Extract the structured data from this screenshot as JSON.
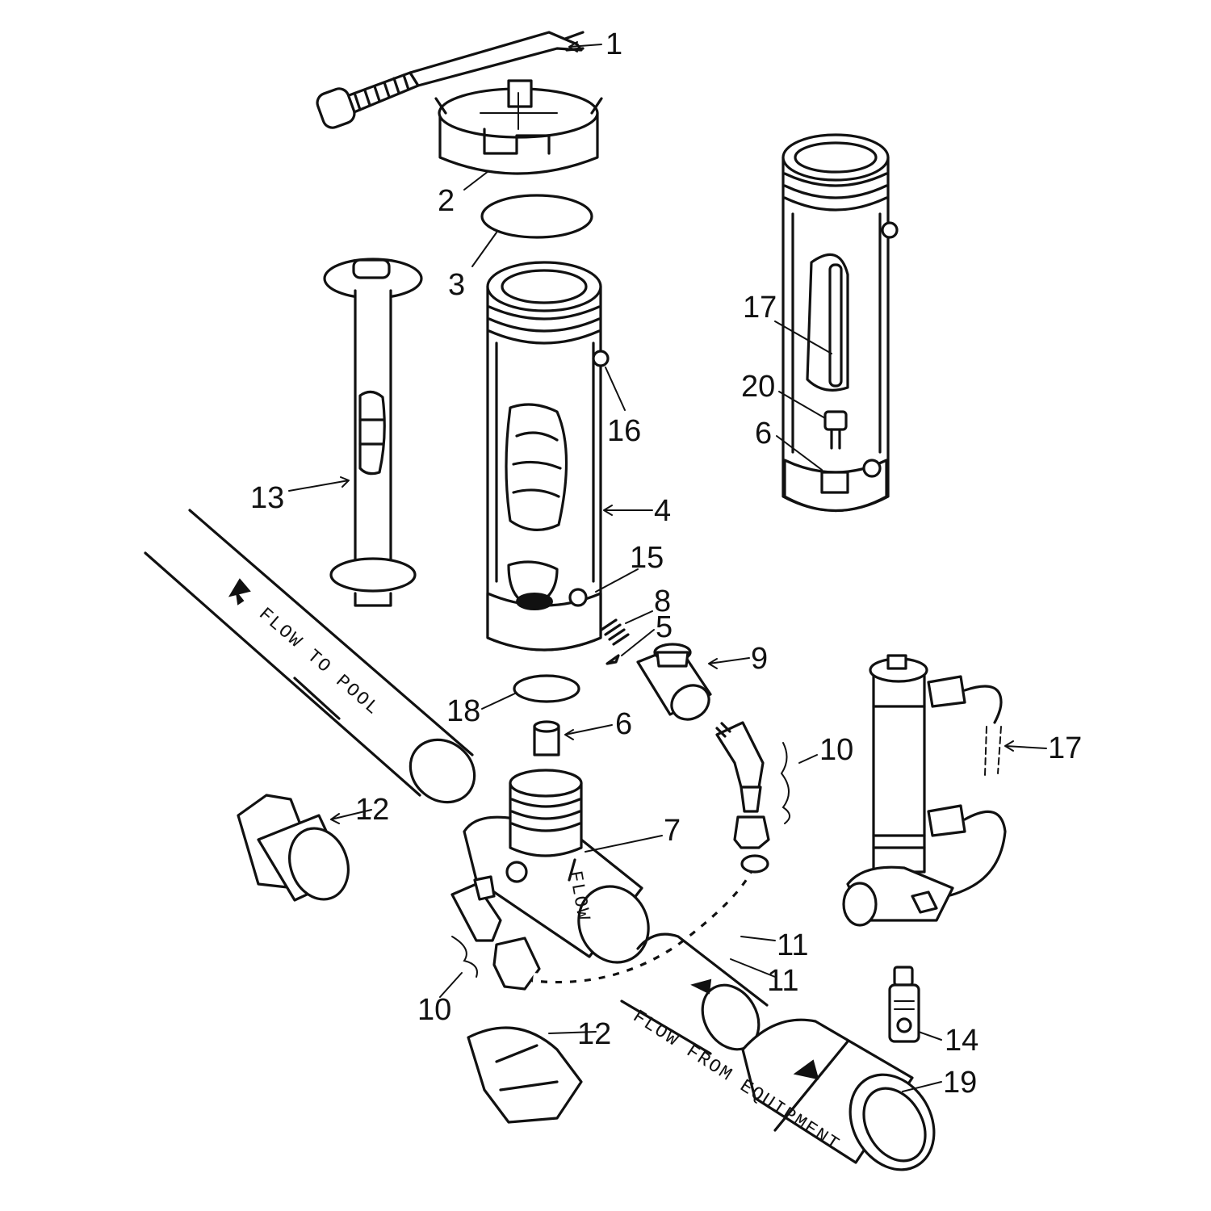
{
  "callouts": {
    "c1": "1",
    "c2": "2",
    "c3": "3",
    "c4": "4",
    "c5": "5",
    "c6a": "6",
    "c6b": "6",
    "c7": "7",
    "c8": "8",
    "c9": "9",
    "c10a": "10",
    "c10b": "10",
    "c11a": "11",
    "c11b": "11",
    "c12a": "12",
    "c12b": "12",
    "c13": "13",
    "c14": "14",
    "c15": "15",
    "c16": "16",
    "c17a": "17",
    "c17b": "17",
    "c18": "18",
    "c19": "19",
    "c20": "20"
  },
  "pipe_labels": {
    "to_pool": "FLOW TO POOL",
    "from_equipment": "FLOW FROM EQUIPMENT",
    "tee_flow": "FLOW"
  },
  "colors": {
    "ink": "#111111",
    "paper": "#ffffff"
  }
}
